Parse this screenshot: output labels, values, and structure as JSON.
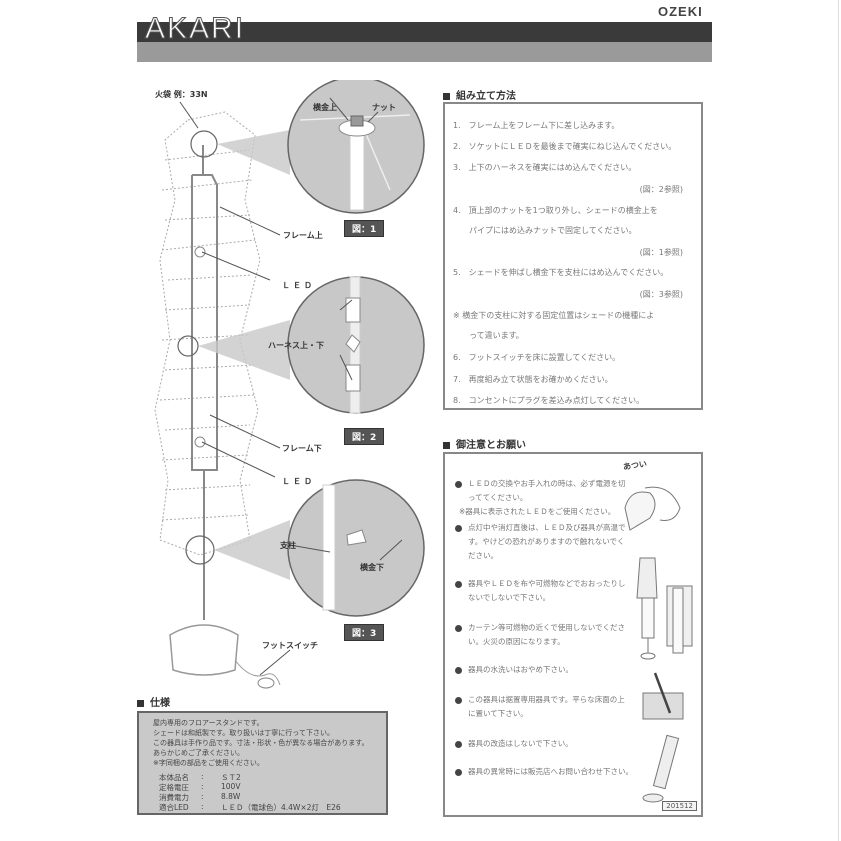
{
  "header": {
    "brand": "AKARI",
    "maker": "OZEKI"
  },
  "diagram": {
    "callouts": {
      "hibukuro": "火袋 例：33N",
      "yokogane_ue": "横金上",
      "nut": "ナット",
      "frame_ue": "フレーム上",
      "led_1": "ＬＥＤ",
      "harness": "ハーネス上・下",
      "frame_shita": "フレーム下",
      "led_2": "ＬＥＤ",
      "shichu": "支柱",
      "yokogane_shita": "横金下",
      "foot_switch": "フットスイッチ"
    },
    "figure_tags": [
      "図：1",
      "図：2",
      "図：3"
    ]
  },
  "assembly": {
    "heading": "組み立て方法",
    "steps": [
      "1.　フレーム上をフレーム下に差し込みます。",
      "2.　ソケットにＬＥＤを最後まで確実にねじ込んでください。",
      "3.　上下のハーネスを確実にはめ込んでください。",
      "(図：2参照)",
      "4.　頂上部のナットを1つ取り外し、シェードの横金上を",
      "　　パイプにはめ込みナットで固定してください。",
      "(図：1参照)",
      "5.　シェードを伸ばし横金下を支柱にはめ込んでください。",
      "(図：3参照)",
      "※ 横金下の支柱に対する固定位置はシェードの機種によ",
      "　　って違います。",
      "6.　フットスイッチを床に設置してください。",
      "7.　再度組み立て状態をお確かめください。",
      "8.　コンセントにプラグを差込み点灯してください。"
    ]
  },
  "cautions": {
    "heading": "御注意とお願い",
    "items": [
      [
        "ＬＥＤの交換やお手入れの時は、必ず電源を切",
        "っててください。"
      ],
      [
        "※器具に表示されたＬＥＤをご使用ください。"
      ],
      [
        "点灯中や消灯直後は、ＬＥＤ及び器具が高温で",
        "す。やけどの恐れがありますので触れないでく",
        "ださい。"
      ],
      [
        "器具やＬＥＤを布や可燃物などでおおったりし",
        "ないでしないで下さい。"
      ],
      [
        "カーテン等可燃物の近くで使用しないでくださ",
        "い。火災の原因になります。"
      ],
      [
        "器具の水洗いはおやめ下さい。"
      ],
      [
        "この器具は据置専用器具です。平らな床面の上",
        "に置いて下さい。"
      ],
      [
        "器具の改造はしないで下さい。"
      ],
      [
        "器具の異常時には販売店へお問い合わせ下さい。"
      ]
    ],
    "illustration_label": "あつい",
    "date_code": "201512"
  },
  "spec": {
    "heading": "仕様",
    "notes": [
      "屋内専用のフロアースタンドです。",
      "シェードは和紙製です。取り扱いは丁寧に行って下さい。",
      "この器具は手作り品です。寸法・形状・色が異なる場合があります。",
      "あらかじめご了承ください。",
      "※字同梱の部品をご使用ください。"
    ],
    "rows": [
      {
        "key": "本体品名",
        "value": "ＳＴ2"
      },
      {
        "key": "定格電圧",
        "value": "100V"
      },
      {
        "key": "消費電力",
        "value": "8.8W"
      },
      {
        "key": "適合LED",
        "value": "ＬＥＤ（電球色）4.4W×2灯　E26"
      }
    ]
  }
}
